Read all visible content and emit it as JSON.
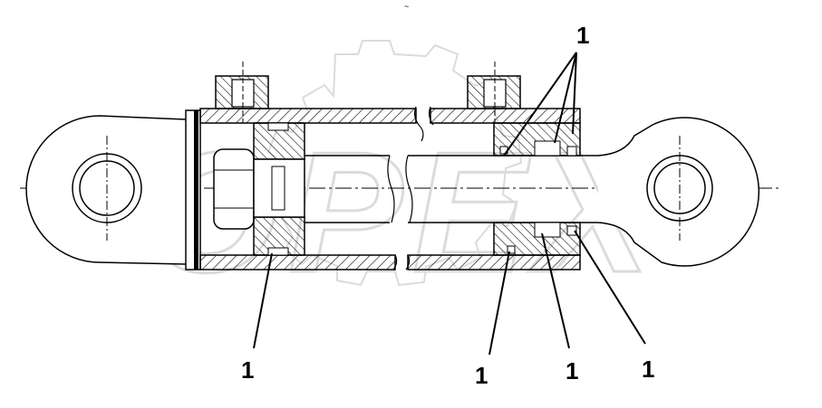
{
  "drawing": {
    "watermark_text": "OPEX",
    "watermark_icon": "gear-icon",
    "colors": {
      "line": "#000000",
      "watermark": "#c8c8c8",
      "background": "#ffffff"
    }
  },
  "callouts": [
    {
      "label": "1"
    },
    {
      "label": "1"
    },
    {
      "label": "1"
    },
    {
      "label": "1"
    },
    {
      "label": "1"
    }
  ]
}
